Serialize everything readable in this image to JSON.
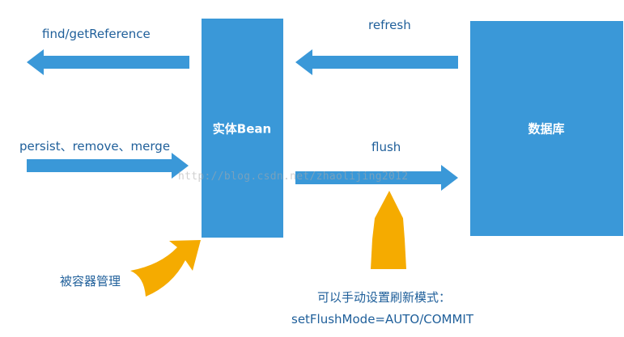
{
  "colors": {
    "box": "#3a98d8",
    "arrow": "#3a98d8",
    "highlight_arrow": "#f5ab00",
    "label_text": "#1f5f9a",
    "box_text": "#ffffff"
  },
  "nodes": {
    "entity": "实体Bean",
    "database": "数据库"
  },
  "edges": {
    "find": "find/getReference",
    "persist": "persist、remove、merge",
    "refresh": "refresh",
    "flush": "flush"
  },
  "annotations": {
    "container": "被容器管理",
    "flush_mode_line1": "可以手动设置刷新模式：",
    "flush_mode_line2": "setFlushMode=AUTO/COMMIT"
  },
  "watermark": "http://blog.csdn.net/zhaolijing2012"
}
